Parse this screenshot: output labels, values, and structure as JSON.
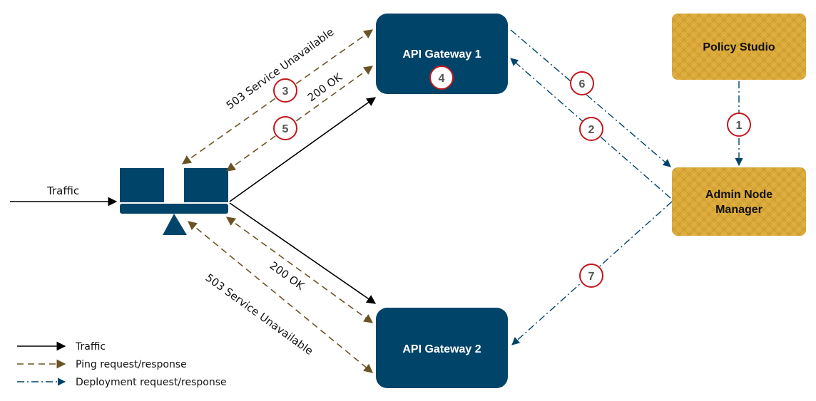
{
  "colors": {
    "gateway_fill": "#004469",
    "gold_fill": "#dcaa3a",
    "ping_line": "#6b5424",
    "deploy_line": "#004469",
    "traffic_line": "#000000",
    "step_circle": "#c4161c"
  },
  "nodes": {
    "gateway1": "API Gateway 1",
    "gateway2": "API Gateway 2",
    "policy_studio": "Policy Studio",
    "admin_line1": "Admin Node",
    "admin_line2": "Manager",
    "load_balancer_icon": "load-balancer-icon"
  },
  "edges": {
    "traffic_in": "Traffic",
    "gw1_503": "503 Service Unavailable",
    "gw1_200": "200 OK",
    "gw2_200": "200 OK",
    "gw2_503": "503 Service Unavailable"
  },
  "steps": [
    "1",
    "2",
    "3",
    "4",
    "5",
    "6",
    "7"
  ],
  "legend": [
    {
      "label": "Traffic",
      "style": "traffic"
    },
    {
      "label": "Ping request/response",
      "style": "ping"
    },
    {
      "label": "Deployment request/response",
      "style": "deploy"
    }
  ]
}
